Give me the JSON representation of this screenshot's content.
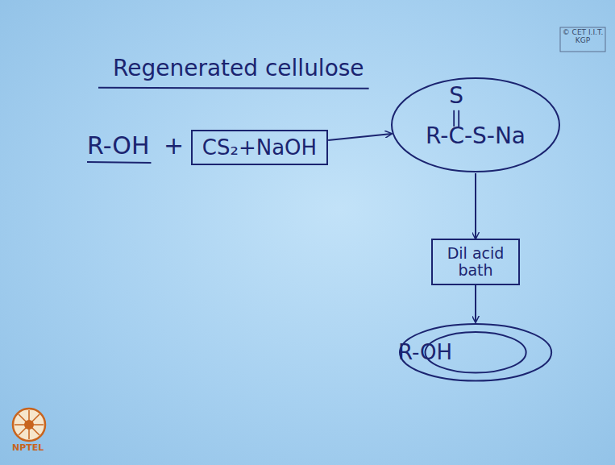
{
  "diagram": {
    "title": "Regenerated cellulose",
    "nodes": [
      {
        "text": [
          "CS₂+NaOH"
        ]
      },
      {
        "text": [
          "S",
          "R-C-S-Na"
        ]
      },
      {
        "text": [
          "Dil acid bath"
        ]
      },
      {
        "text": [
          "R-OH"
        ]
      }
    ],
    "edges": [
      {
        "from": 0,
        "to": 1,
        "arrow": "to"
      },
      {
        "from": 1,
        "to": 2,
        "arrow": "to"
      },
      {
        "from": 2,
        "to": 3,
        "arrow": "to"
      }
    ],
    "labels": [
      "R-OH",
      "+",
      "© CET I.I.T. KGP",
      "NPTEL"
    ]
  }
}
